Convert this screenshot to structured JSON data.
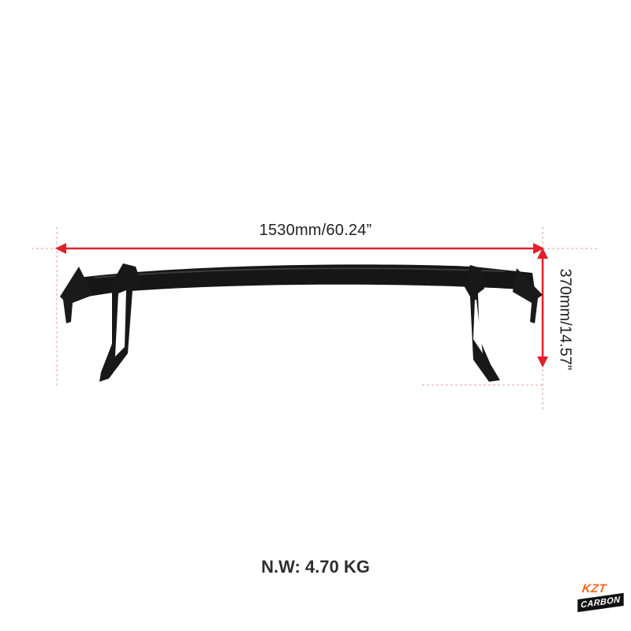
{
  "dimensions": {
    "width_label": "1530mm/60.24”",
    "height_label": "370mm/14.57”",
    "line_color": "#e0202a",
    "guide_color": "#e8a0a6"
  },
  "product": {
    "net_weight_label": "N.W: 4.70 KG",
    "color": "#161616"
  },
  "brand": {
    "logo_top": "KZT",
    "logo_bottom": "CARBON",
    "accent_color": "#f0681e"
  }
}
